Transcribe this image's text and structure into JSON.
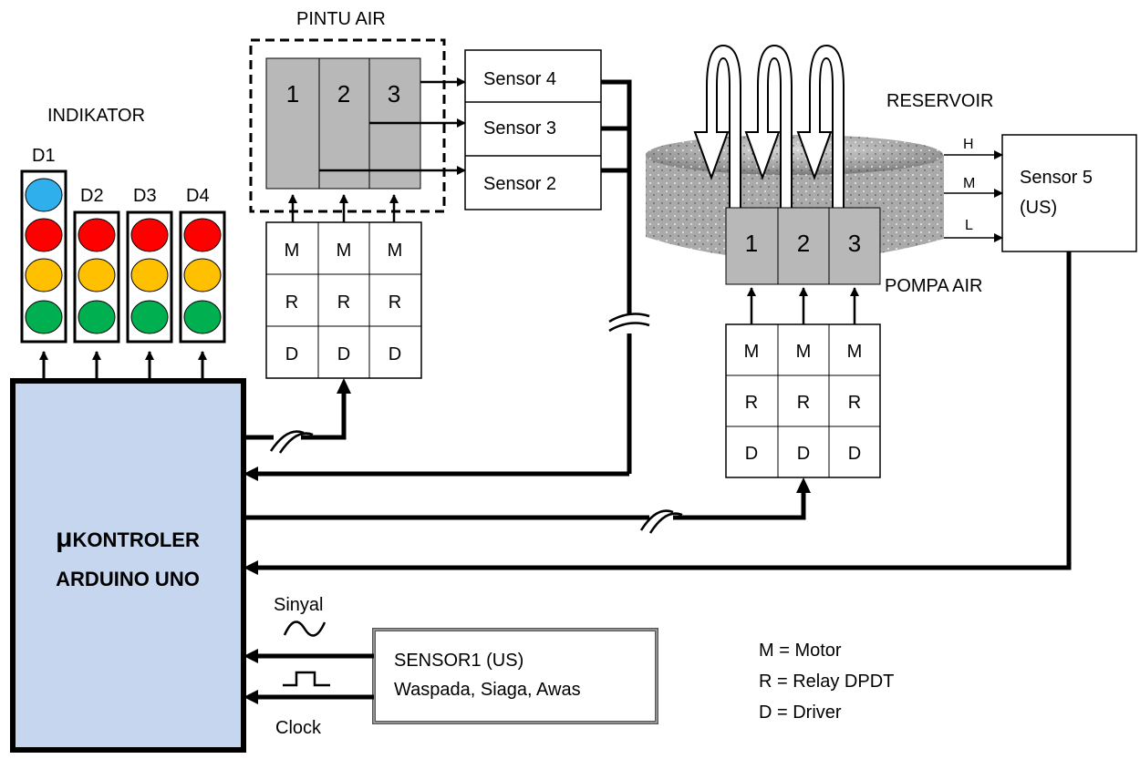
{
  "labels": {
    "pintu_air": "PINTU AIR",
    "indikator": "INDIKATOR",
    "reservoir": "RESERVOIR",
    "pompa_air": "POMPA  AIR",
    "sinyal": "Sinyal",
    "clock": "Clock"
  },
  "indicators": [
    {
      "id": "D1",
      "lamps": [
        "#2fb0ec",
        "#ff0000",
        "#ffc000",
        "#00b050"
      ]
    },
    {
      "id": "D2",
      "lamps": [
        "#ff0000",
        "#ffc000",
        "#00b050"
      ]
    },
    {
      "id": "D3",
      "lamps": [
        "#ff0000",
        "#ffc000",
        "#00b050"
      ]
    },
    {
      "id": "D4",
      "lamps": [
        "#ff0000",
        "#ffc000",
        "#00b050"
      ]
    }
  ],
  "gates": [
    "1",
    "2",
    "3"
  ],
  "pumps": [
    "1",
    "2",
    "3"
  ],
  "driver_rows": [
    "M",
    "R",
    "D"
  ],
  "sensors": {
    "s4": "Sensor 4",
    "s3": "Sensor 3",
    "s2": "Sensor 2",
    "s5_line1": "Sensor 5",
    "s5_line2": "(US)",
    "s1_line1": "SENSOR1 (US)",
    "s1_line2": "Waspada, Siaga, Awas"
  },
  "levels": {
    "h": "H",
    "m": "M",
    "l": "L"
  },
  "controller": {
    "line1_symbol": "μ",
    "line1": "KONTROLER",
    "line2": "ARDUINO UNO"
  },
  "legend": [
    "M = Motor",
    "R = Relay DPDT",
    "D = Driver"
  ],
  "colors": {
    "controller_fill": "#c5d6ee",
    "block_fill": "#b8b8b8",
    "reservoir": "#aaaaaa"
  }
}
